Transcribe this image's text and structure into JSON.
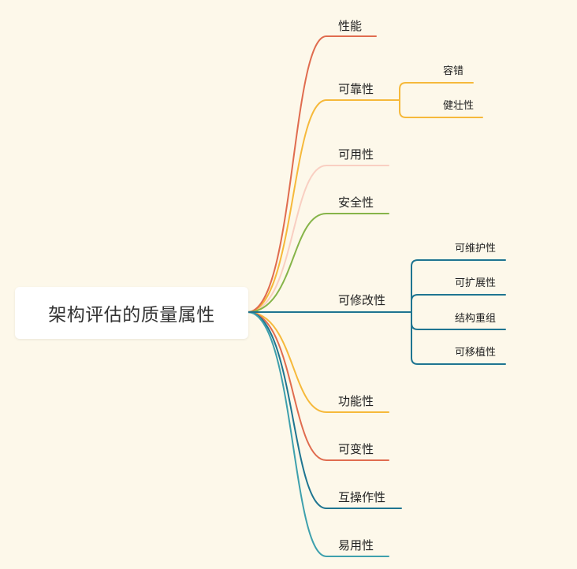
{
  "root": {
    "label": "架构评估的质量属性"
  },
  "branches": [
    {
      "id": "performance",
      "label": "性能",
      "color": "#e06c4f",
      "children": []
    },
    {
      "id": "reliability",
      "label": "可靠性",
      "color": "#f6b93b",
      "children": [
        {
          "id": "fault-tolerance",
          "label": "容错"
        },
        {
          "id": "robustness",
          "label": "健壮性"
        }
      ]
    },
    {
      "id": "availability",
      "label": "可用性",
      "color": "#f9cfc2",
      "children": []
    },
    {
      "id": "security",
      "label": "安全性",
      "color": "#86b449",
      "children": []
    },
    {
      "id": "modifiability",
      "label": "可修改性",
      "color": "#1f7591",
      "children": [
        {
          "id": "maintainability",
          "label": "可维护性"
        },
        {
          "id": "extensibility",
          "label": "可扩展性"
        },
        {
          "id": "restructuring",
          "label": "结构重组"
        },
        {
          "id": "portability",
          "label": "可移植性"
        }
      ]
    },
    {
      "id": "functionality",
      "label": "功能性",
      "color": "#f6b93b",
      "children": []
    },
    {
      "id": "variability",
      "label": "可变性",
      "color": "#e06c4f",
      "children": []
    },
    {
      "id": "interoperability",
      "label": "互操作性",
      "color": "#1f7591",
      "children": []
    },
    {
      "id": "usability",
      "label": "易用性",
      "color": "#3ea0ad",
      "children": []
    }
  ]
}
